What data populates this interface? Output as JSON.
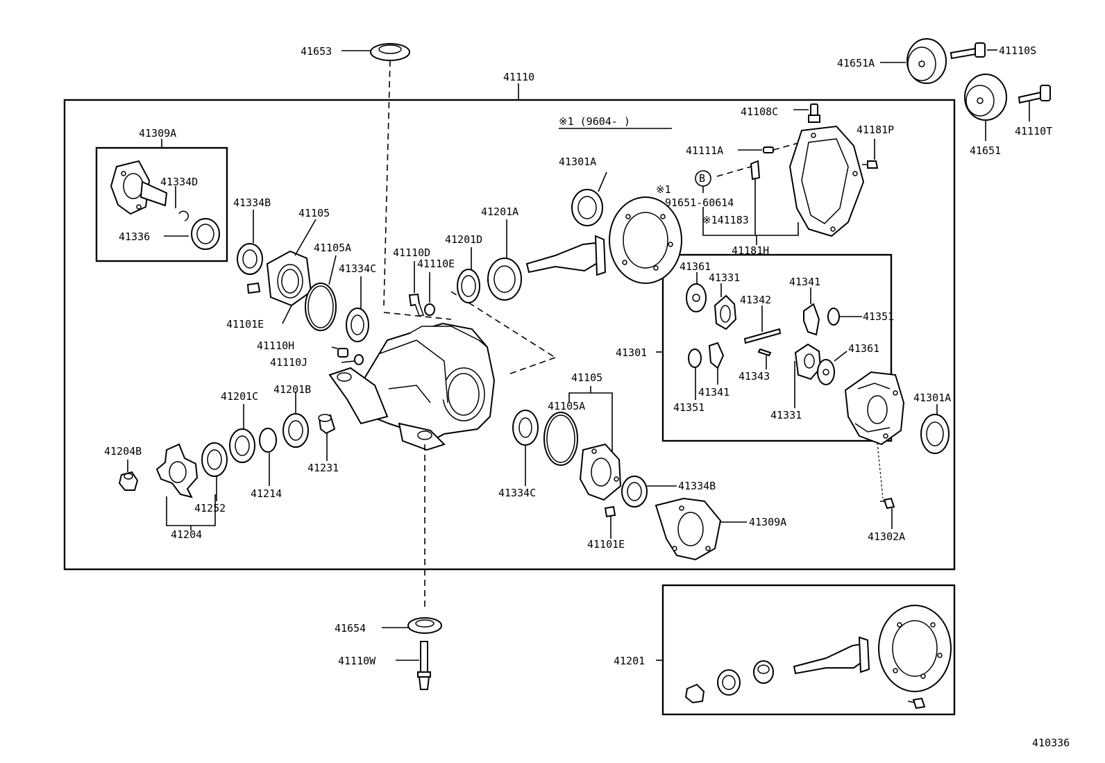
{
  "labels": {
    "p41653": "41653",
    "p41110": "41110",
    "p41651a": "41651A",
    "p41110s": "41110S",
    "p41651": "41651",
    "p41110t": "41110T",
    "p41108c": "41108C",
    "p41181p": "41181P",
    "p41111a": "41111A",
    "note_mark1": "※1 (9604-    )",
    "p41301a_top": "41301A",
    "b_marker": "B",
    "note_mark1_b": "※1",
    "p91651": "91651-60614",
    "p41183": "※141183",
    "p41181h": "41181H",
    "p41309a_top": "41309A",
    "p41334d": "41334D",
    "p41336": "41336",
    "p41334b_top": "41334B",
    "p41105_top": "41105",
    "p41105a_top": "41105A",
    "p41334c_top": "41334C",
    "p41101e_top": "41101E",
    "p41110d": "41110D",
    "p41110e": "41110E",
    "p41201d": "41201D",
    "p41201a": "41201A",
    "p41110h": "41110H",
    "p41110j": "41110J",
    "p41201c": "41201C",
    "p41201b": "41201B",
    "p41204b": "41204B",
    "p41252": "41252",
    "p41214": "41214",
    "p41231": "41231",
    "p41204": "41204",
    "p41105_bottom": "41105",
    "p41105a_bottom": "41105A",
    "p41334c_bottom": "41334C",
    "p41334b_bottom": "41334B",
    "p41309a_bottom": "41309A",
    "p41101e_bottom": "41101E",
    "p41361_a": "41361",
    "p41331_a": "41331",
    "p41342": "41342",
    "p41341_a": "41341",
    "p41351_a": "41351",
    "p41301": "41301",
    "p41361_b": "41361",
    "p41343": "41343",
    "p41341_b": "41341",
    "p41351_b": "41351",
    "p41331_b": "41331",
    "p41301a_right": "41301A",
    "p41302a": "41302A",
    "p41654": "41654",
    "p41110w": "41110W",
    "p41201": "41201",
    "diagram_id": "410336"
  }
}
